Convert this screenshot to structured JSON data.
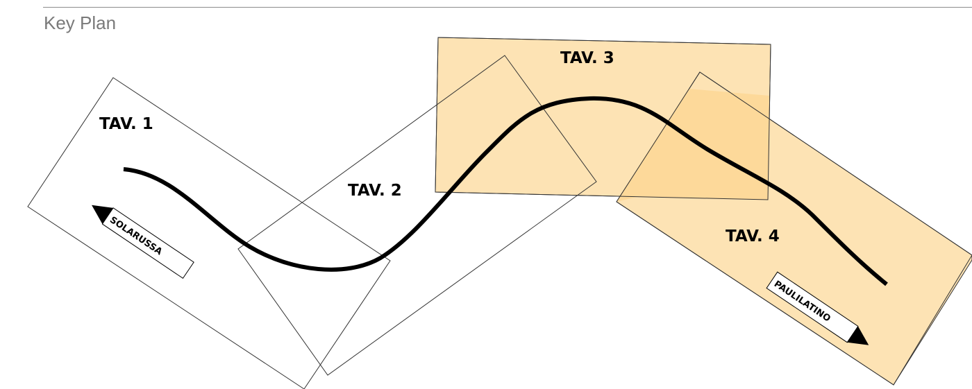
{
  "title": "Key Plan",
  "sheets": [
    {
      "id": "tav-1",
      "label": "TAV. 1",
      "highlighted": false
    },
    {
      "id": "tav-2",
      "label": "TAV. 2",
      "highlighted": false
    },
    {
      "id": "tav-3",
      "label": "TAV. 3",
      "highlighted": true
    },
    {
      "id": "tav-4",
      "label": "TAV. 4",
      "highlighted": true
    }
  ],
  "directions": {
    "west": {
      "label": "SOLARUSSA",
      "icon": "arrow-left-icon"
    },
    "east": {
      "label": "PAULILATINO",
      "icon": "arrow-right-icon"
    }
  },
  "colors": {
    "highlight_fill": "#fde3b4",
    "overlap_fill": "#fdd99a",
    "outline": "#1a1a1a",
    "route": "#000000",
    "title": "#7a7a7a",
    "rule": "#8c8c8c"
  }
}
